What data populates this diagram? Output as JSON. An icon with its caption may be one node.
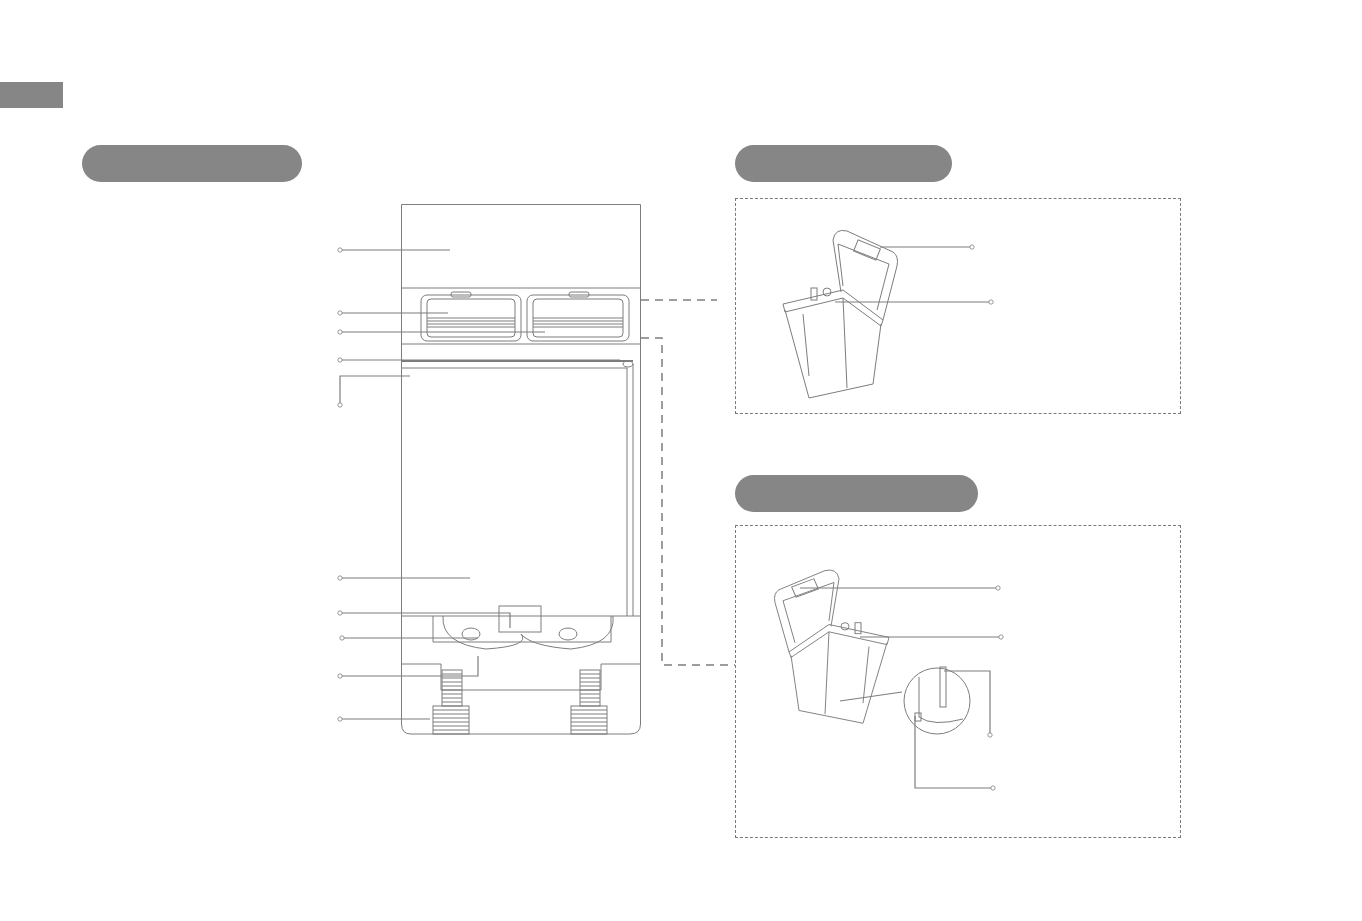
{
  "diagram": {
    "nodes": [
      {
        "text": [],
        "shape": "box"
      },
      {
        "text": [],
        "shape": "picture"
      },
      {
        "text": [],
        "shape": "box"
      },
      {
        "text": [],
        "shape": "box"
      },
      {
        "text": [],
        "shape": "box"
      },
      {
        "text": [],
        "shape": "box"
      },
      {
        "text": [],
        "shape": "picture",
        "in": 3
      },
      {
        "text": [],
        "shape": "picture",
        "in": 5
      },
      {
        "text": [],
        "shape": "circle",
        "in": 5
      }
    ],
    "edges": [
      {
        "from": 1,
        "to": 3,
        "arrow": "none",
        "style": "dashed"
      },
      {
        "from": 1,
        "to": 5,
        "arrow": "none",
        "style": "dashed"
      },
      {
        "from": null,
        "to": 1,
        "arrow": "other"
      },
      {
        "from": null,
        "to": 1,
        "arrow": "other"
      },
      {
        "from": null,
        "to": 1,
        "arrow": "other"
      },
      {
        "from": null,
        "to": 1,
        "arrow": "other"
      },
      {
        "from": null,
        "to": 1,
        "arrow": "other"
      },
      {
        "from": null,
        "to": 1,
        "arrow": "other"
      },
      {
        "from": null,
        "to": 1,
        "arrow": "other"
      },
      {
        "from": null,
        "to": 1,
        "arrow": "other"
      },
      {
        "from": null,
        "to": 1,
        "arrow": "other"
      },
      {
        "from": null,
        "to": 1,
        "arrow": "other"
      },
      {
        "from": null,
        "to": 6,
        "arrow": "other"
      },
      {
        "from": null,
        "to": 6,
        "arrow": "other"
      },
      {
        "from": null,
        "to": 7,
        "arrow": "other"
      },
      {
        "from": null,
        "to": 7,
        "arrow": "other"
      },
      {
        "from": null,
        "to": 8,
        "arrow": "other"
      },
      {
        "from": null,
        "to": 8,
        "arrow": "other"
      },
      {
        "from": 7,
        "to": 8,
        "arrow": "none"
      }
    ]
  }
}
